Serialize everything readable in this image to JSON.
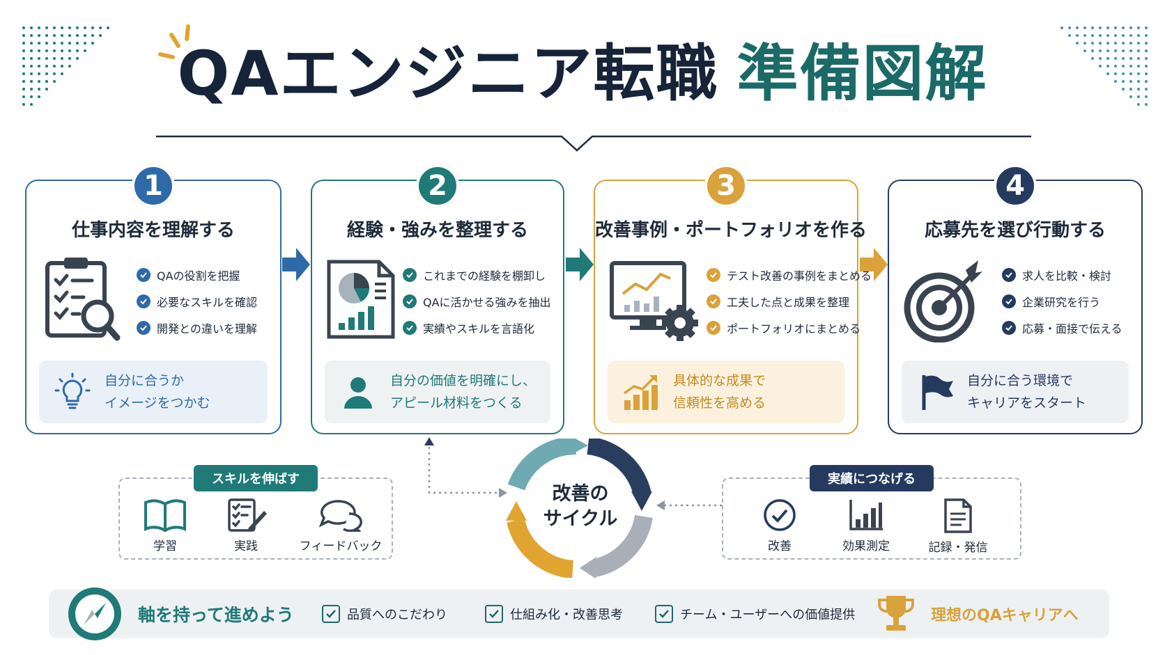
{
  "title": {
    "main": "QAエンジニア転職",
    "accent": "準備図解"
  },
  "colors": {
    "blue": "#2e6aa8",
    "teal": "#1f7a78",
    "gold": "#d9a23a",
    "navy": "#253a5e",
    "dark": "#1e2a3a"
  },
  "steps": [
    {
      "number": "1",
      "title": "仕事内容を理解する",
      "icon": "clipboard-magnifier-icon",
      "checks": [
        "QAの役割を把握",
        "必要なスキルを確認",
        "開発との違いを理解"
      ],
      "note_icon": "lightbulb-icon",
      "note": [
        "自分に合うか",
        "イメージをつかむ"
      ]
    },
    {
      "number": "2",
      "title": "経験・強みを整理する",
      "icon": "report-document-icon",
      "checks": [
        "これまでの経験を棚卸し",
        "QAに活かせる強みを抽出",
        "実績やスキルを言語化"
      ],
      "note_icon": "person-icon",
      "note": [
        "自分の価値を明確にし、",
        "アピール材料をつくる"
      ]
    },
    {
      "number": "3",
      "title": "改善事例・ポートフォリオを作る",
      "icon": "monitor-chart-gear-icon",
      "checks": [
        "テスト改善の事例をまとめる",
        "工夫した点と成果を整理",
        "ポートフォリオにまとめる"
      ],
      "note_icon": "growth-chart-icon",
      "note": [
        "具体的な成果で",
        "信頼性を高める"
      ]
    },
    {
      "number": "4",
      "title": "応募先を選び行動する",
      "icon": "target-arrow-icon",
      "checks": [
        "求人を比較・検討",
        "企業研究を行う",
        "応募・面接で伝える"
      ],
      "note_icon": "flag-icon",
      "note": [
        "自分に合う環境で",
        "キャリアをスタート"
      ]
    }
  ],
  "skills": {
    "label": "スキルを伸ばす",
    "items": [
      {
        "icon": "book-icon",
        "label": "学習"
      },
      {
        "icon": "checklist-pen-icon",
        "label": "実践"
      },
      {
        "icon": "chat-bubbles-icon",
        "label": "フィードバック"
      }
    ]
  },
  "cycle": {
    "line1": "改善の",
    "line2": "サイクル"
  },
  "results": {
    "label": "実績につなげる",
    "items": [
      {
        "icon": "check-circle-icon",
        "label": "改善"
      },
      {
        "icon": "bar-chart-icon",
        "label": "効果測定"
      },
      {
        "icon": "document-icon",
        "label": "記録・発信"
      }
    ]
  },
  "bottom": {
    "lead": "軸を持って進めよう",
    "values": [
      "品質へのこだわり",
      "仕組み化・改善思考",
      "チーム・ユーザーへの価値提供"
    ],
    "goal": "理想のQAキャリアへ"
  }
}
